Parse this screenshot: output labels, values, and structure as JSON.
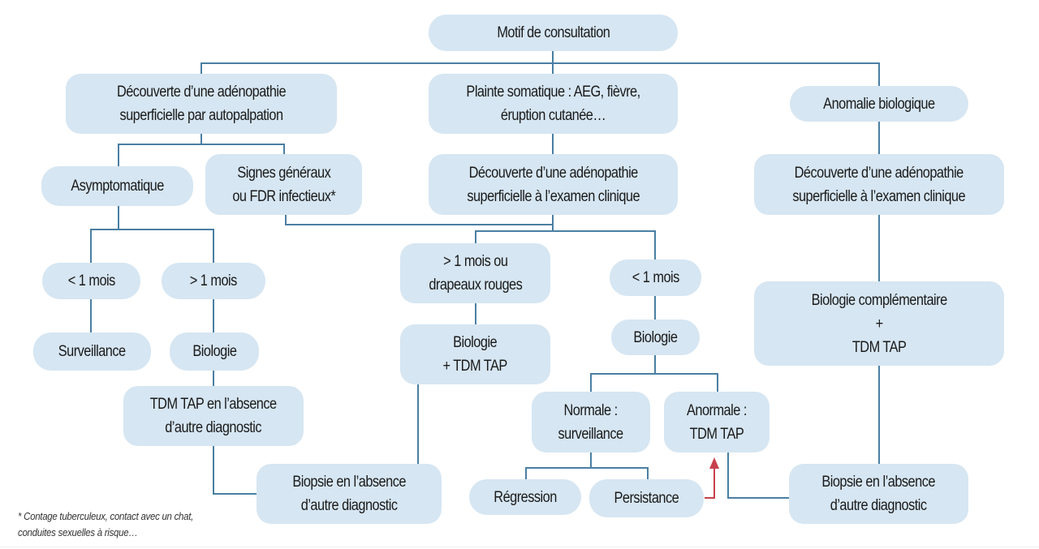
{
  "diagram": {
    "title": "Motif de consultation",
    "colors": {
      "node_fill": "#d6e6f2",
      "connector": "#4a7fa3",
      "arrow_highlight": "#c8414d",
      "text": "#1a1a1a"
    },
    "nodes": {
      "motif": "Motif de consultation",
      "autopalpation": "Découverte d’une adénopathie\nsuperficielle par autopalpation",
      "plainte": "Plainte somatique : AEG, fièvre,\néruption cutanée…",
      "anomalie": "Anomalie biologique",
      "asymptomatique": "Asymptomatique",
      "signes": "Signes généraux\nou FDR infectieux*",
      "examen_center": "Découverte d’une adénopathie\nsuperficielle à l’examen clinique",
      "examen_right": "Découverte d’une adénopathie\nsuperficielle à l’examen clinique",
      "moins1_left": "< 1 mois",
      "plus1_left": "> 1 mois",
      "plus1_drapeaux": "> 1 mois ou\ndrapeaux rouges",
      "moins1_center": "< 1 mois",
      "bio_complementaire": "Biologie complémentaire\n+\nTDM TAP",
      "surveillance": "Surveillance",
      "biologie_left": "Biologie",
      "biologie_tdm": "Biologie\n+ TDM TAP",
      "biologie_center": "Biologie",
      "tdm_absence": "TDM TAP en l’absence\nd’autre diagnostic",
      "normale": "Normale :\nsurveillance",
      "anormale": "Anormale :\nTDM TAP",
      "biopsie_left": "Biopsie en l’absence\nd’autre diagnostic",
      "regression": "Régression",
      "persistance": "Persistance",
      "biopsie_right": "Biopsie en l’absence\nd’autre diagnostic"
    },
    "footnote": "* Contage tuberculeux, contact avec un chat,\nconduites sexuelles à risque…"
  }
}
